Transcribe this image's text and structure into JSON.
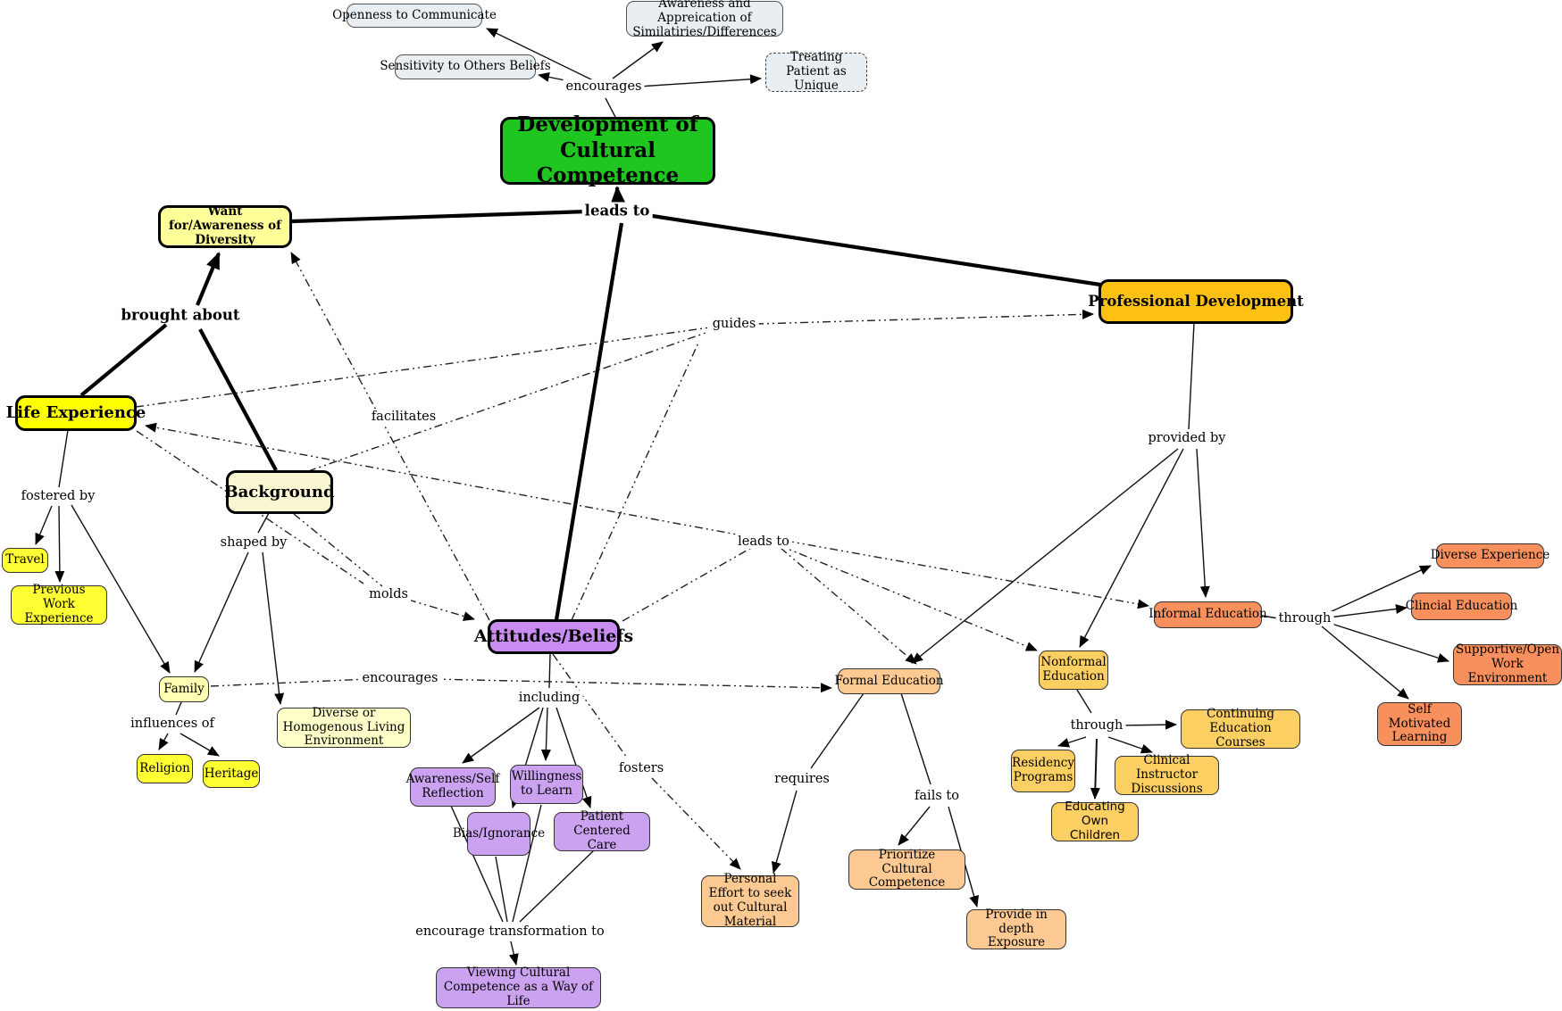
{
  "title": "Development of Cultural Competence concept map",
  "colors": {
    "node_blue": "#e9eef2",
    "node_green": "#1fc61f",
    "node_yellow_bright": "#ffff00",
    "node_yellow_soft": "#ffff33",
    "node_yellow_pale": "#ffff99",
    "node_cream": "#faf6d2",
    "node_purple": "#c98df2",
    "node_purple_light": "#caa2f0",
    "node_gold": "#fdc113",
    "node_gold_light": "#fccf63",
    "node_peach": "#fcc992",
    "node_coral": "#f7905c"
  },
  "nodes": {
    "openness": {
      "label": "Openness to Communicate"
    },
    "awareness_appreciation": {
      "label": "Awareness and Appreication of Similatiries/Differences"
    },
    "sensitivity": {
      "label": "Sensitivity to Others Beliefs"
    },
    "treating": {
      "label": "Treating Patient as Unique"
    },
    "development": {
      "label": "Development of Cultural Competence"
    },
    "want": {
      "label": "Want for/Awareness of Diversity"
    },
    "professional": {
      "label": "Professional Development"
    },
    "life_experience": {
      "label": "Life Experience"
    },
    "background": {
      "label": "Background"
    },
    "travel": {
      "label": "Travel"
    },
    "previous_work": {
      "label": "Previous Work Experience"
    },
    "family": {
      "label": "Family"
    },
    "religion": {
      "label": "Religion"
    },
    "heritage": {
      "label": "Heritage"
    },
    "diverse_homogenous": {
      "label": "Diverse or Homogenous Living Environment"
    },
    "attitudes": {
      "label": "Attitudes/Beliefs"
    },
    "awareness_self": {
      "label": "Awareness/Self Reflection"
    },
    "willingness": {
      "label": "Willingness to Learn"
    },
    "bias": {
      "label": "Bias/Ignorance"
    },
    "patient_centered": {
      "label": "Patient Centered Care"
    },
    "viewing": {
      "label": "Viewing Cultural Competence as a Way of Life"
    },
    "formal": {
      "label": "Formal Education"
    },
    "nonformal": {
      "label": "Nonformal Education"
    },
    "informal": {
      "label": "Informal Education"
    },
    "residency": {
      "label": "Residency Programs"
    },
    "clinical_instructor": {
      "label": "Clinical Instructor Discussions"
    },
    "continuing": {
      "label": "Continuing Education Courses"
    },
    "educating": {
      "label": "Educating Own Children"
    },
    "diverse_experience": {
      "label": "Diverse Experience"
    },
    "clincial_education": {
      "label": "Clincial Education"
    },
    "supportive": {
      "label": "Supportive/Open Work Environment"
    },
    "self_motivated": {
      "label": "Self Motivated Learning"
    },
    "personal_effort": {
      "label": "Personal Effort to seek out Cultural Material"
    },
    "prioritize": {
      "label": "Prioritize Cultural Competence"
    },
    "provide": {
      "label": "Provide in depth Exposure"
    }
  },
  "edge_labels": {
    "encourages_top": "encourages",
    "leads_to_main": "leads to",
    "brought_about": "brought about",
    "guides": "guides",
    "facilitates": "facilitates",
    "provided_by": "provided by",
    "fostered_by": "fostered by",
    "shaped_by": "shaped by",
    "molds": "molds",
    "leads_to_mid": "leads to",
    "encourages_family": "encourages",
    "including": "including",
    "influences_of": "influences of",
    "fosters": "fosters",
    "through_informal": "through",
    "through_nonformal": "through",
    "requires": "requires",
    "fails_to": "fails to",
    "encourage_transformation": "encourage transformation to"
  }
}
